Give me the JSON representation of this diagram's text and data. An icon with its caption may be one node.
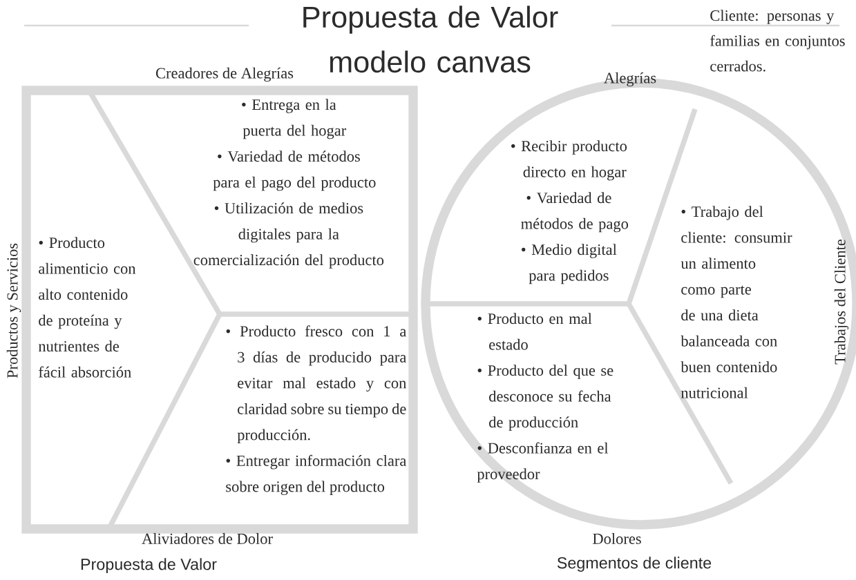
{
  "diagram": {
    "title": "Propuesta de Valor modelo canvas",
    "nodes": [
      {
        "text": [
          "Propuesta de Valor"
        ]
      },
      {
        "text": [
          "Productos y Servicios",
          "• Producto alimenticio con alto contenido de proteína y nutrientes de fácil absorción"
        ],
        "in": 0
      },
      {
        "text": [
          "Creadores de Alegrías",
          "• Entrega en la puerta del hogar",
          "• Variedad de métodos para el pago del producto",
          "• Utilización de medios digitales para la comercialización del producto"
        ],
        "in": 0
      },
      {
        "text": [
          "• Producto fresco con 1 a 3 días de producido para evitar mal estado y con claridad sobre su tiempo de producción.",
          "• Entregar información clara sobre origen del producto",
          "Aliviadores de Dolor"
        ],
        "in": 0
      },
      {
        "text": [
          "Segmentos de cliente"
        ]
      },
      {
        "text": [
          "Alegrías",
          "• Recibir producto directo en hogar",
          "• Variedad de métodos de pago",
          "• Medio digital para pedidos"
        ],
        "in": 4
      },
      {
        "text": [
          "• Trabajo del cliente: consumir un alimento como parte de una dieta balanceada con buen contenido nutricional",
          "Trabajos del Cliente"
        ],
        "in": 4
      },
      {
        "text": [
          "• Producto en mal estado",
          "• Producto del que se desconoce su fecha de producción",
          "• Desconfianza en el proveedor",
          "Dolores"
        ],
        "in": 4
      }
    ],
    "labels": [
      "Cliente: personas y familias en conjuntos cerrados."
    ]
  }
}
